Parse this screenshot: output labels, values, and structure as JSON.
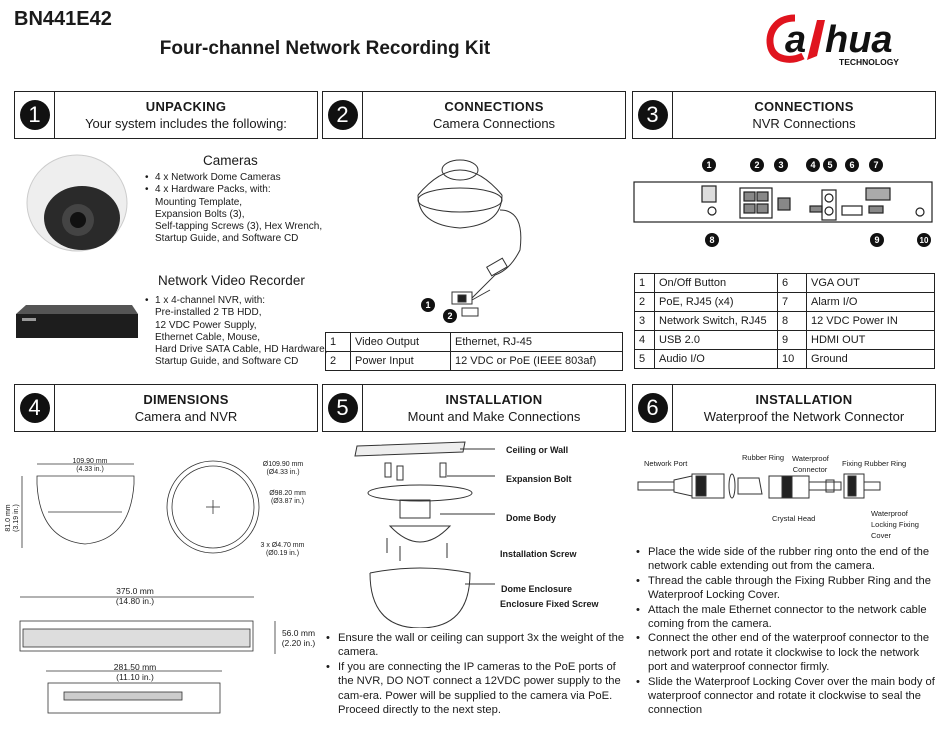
{
  "header": {
    "code": "BN441E42",
    "title": "Four-channel Network Recording Kit",
    "logo_text": "alhua",
    "logo_sub": "TECHNOLOGY",
    "brand_color": "#e0141e"
  },
  "sections": [
    {
      "number": "1",
      "title": "UNPACKING",
      "subtitle": "Your system includes the following:"
    },
    {
      "number": "2",
      "title": "CONNECTIONS",
      "subtitle": "Camera Connections"
    },
    {
      "number": "3",
      "title": "CONNECTIONS",
      "subtitle": "NVR Connections"
    },
    {
      "number": "4",
      "title": "DIMENSIONS",
      "subtitle": "Camera and NVR"
    },
    {
      "number": "5",
      "title": "INSTALLATION",
      "subtitle": "Mount and Make Connections"
    },
    {
      "number": "6",
      "title": "INSTALLATION",
      "subtitle": "Waterproof the Network Connector"
    }
  ],
  "unpacking": {
    "cameras_heading": "Cameras",
    "cameras_items": [
      "4 x Network Dome Cameras",
      "4 x Hardware Packs, with:"
    ],
    "cameras_sub": [
      "Mounting Template,",
      "Expansion Bolts (3),",
      "Self-tapping Screws (3), Hex Wrench,",
      "Startup Guide, and Software CD"
    ],
    "nvr_heading": "Network Video Recorder",
    "nvr_items": [
      "1 x 4-channel NVR, with:"
    ],
    "nvr_sub": [
      "Pre-installed 2 TB HDD,",
      "12 VDC Power Supply,",
      "Ethernet Cable, Mouse,",
      "Hard Drive SATA Cable, HD Hardware,",
      "Startup Guide, and Software CD"
    ]
  },
  "camera_connections": {
    "callouts": [
      "1",
      "2"
    ],
    "rows": [
      [
        "1",
        "Video Output",
        "Ethernet, RJ-45"
      ],
      [
        "2",
        "Power Input",
        "12 VDC or PoE (IEEE 803af)"
      ]
    ]
  },
  "nvr_connections": {
    "callouts": [
      "1",
      "2",
      "3",
      "4",
      "5",
      "6",
      "7",
      "8",
      "9",
      "10"
    ],
    "rows": [
      [
        "1",
        "On/Off Button",
        "6",
        "VGA OUT"
      ],
      [
        "2",
        "PoE, RJ45 (x4)",
        "7",
        "Alarm I/O"
      ],
      [
        "3",
        "Network Switch, RJ45",
        "8",
        "12 VDC Power IN"
      ],
      [
        "4",
        "USB 2.0",
        "9",
        "HDMI OUT"
      ],
      [
        "5",
        "Audio I/O",
        "10",
        "Ground"
      ]
    ]
  },
  "dimensions": {
    "cam_width": [
      "109.90 mm",
      "(4.33 in.)"
    ],
    "cam_height": [
      "81.0 mm",
      "(3.19 in.)"
    ],
    "cam_outer_dia": [
      "Ø109.90 mm",
      "(Ø4.33 in.)"
    ],
    "cam_inner_dia": [
      "Ø98.20 mm",
      "(Ø3.87 in.)"
    ],
    "cam_hole": [
      "3 x Ø4.70 mm",
      "(Ø0.19 in.)"
    ],
    "nvr_width": [
      "375.0 mm",
      "(14.80 in.)"
    ],
    "nvr_height": [
      "56.0 mm",
      "(2.20 in.)"
    ],
    "nvr_depth": [
      "281.50 mm",
      "(11.10 in.)"
    ]
  },
  "installation": {
    "labels": [
      "Ceiling or Wall",
      "Expansion Bolt",
      "Dome Body",
      "Installation Screw",
      "Dome Enclosure",
      "Enclosure Fixed Screw"
    ],
    "bullets": [
      "Ensure the wall or ceiling can support 3x the weight of the camera.",
      "If you are connecting the IP cameras to the PoE ports of the NVR, DO NOT connect a 12VDC power supply to the cam-era. Power will be supplied to the camera via PoE. Proceed directly to the next step."
    ]
  },
  "waterproof": {
    "labels": [
      "Network Port",
      "Rubber Ring",
      "Waterproof Connector",
      "Fixing Rubber Ring",
      "Crystal Head",
      "Waterproof Locking Fixing Cover"
    ],
    "bullets": [
      "Place the wide side of the rubber ring onto the end of the network cable extending out from the camera.",
      "Thread the cable through the Fixing Rubber Ring and the Waterproof Locking Cover.",
      "Attach the male Ethernet connector to the network cable coming from the camera.",
      "Connect the other end of the waterproof connector to the network port and rotate it clockwise to lock the network port and waterproof connector firmly.",
      "Slide the Waterproof Locking Cover over the main body of waterproof connector and rotate it clockwise to seal the connection"
    ]
  }
}
